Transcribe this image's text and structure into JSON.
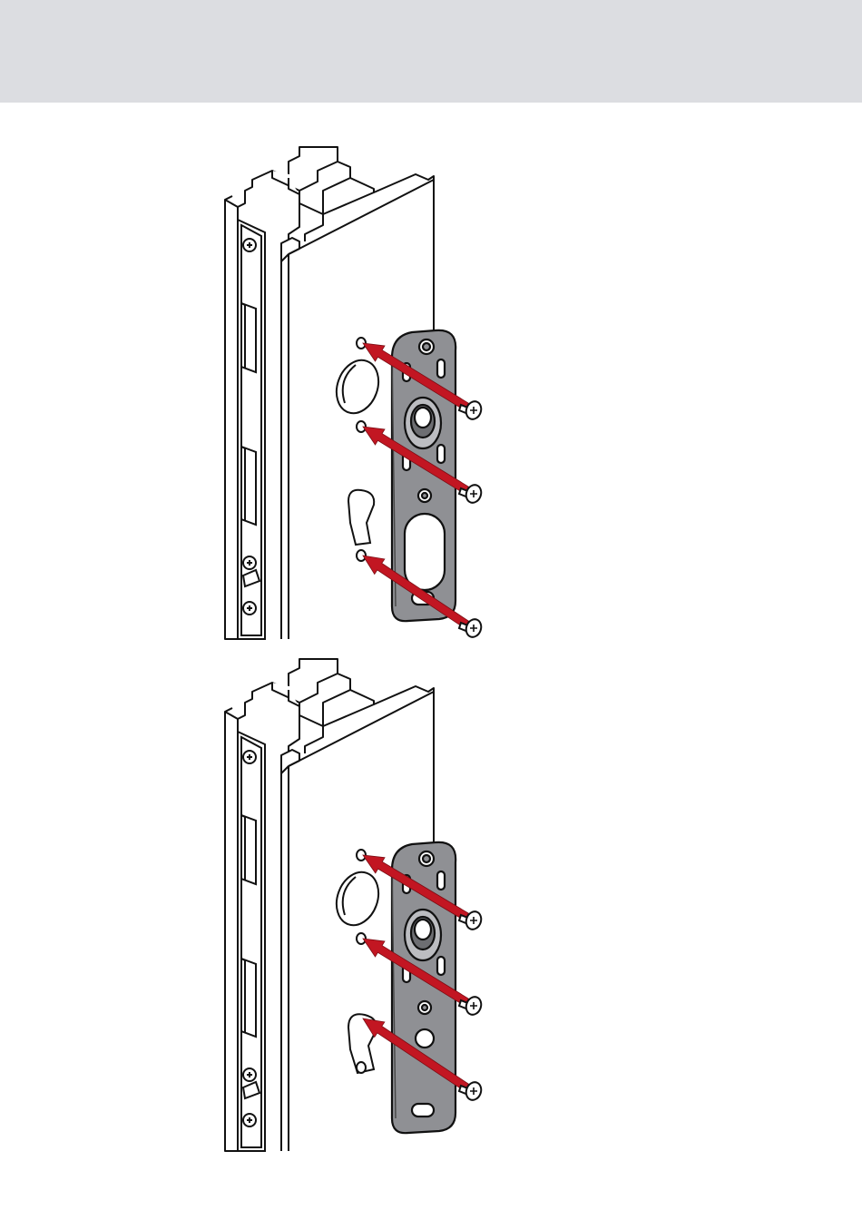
{
  "header": {
    "band_color": "#dcdde1"
  },
  "colors": {
    "line": "#111111",
    "profile_fill": "#ffffff",
    "plate_fill": "#8f9094",
    "plate_hole": "#ffffff",
    "arrow": "#c21622",
    "screw_fill": "#ffffff"
  },
  "figures": [
    {
      "id": "step-1",
      "description_icon": "mounting-plate-with-screws-icon",
      "lower_cutout": "oval",
      "screw_count": 3
    },
    {
      "id": "step-2",
      "description_icon": "mounting-plate-with-screws-icon",
      "lower_cutout": "round",
      "screw_count": 3
    }
  ]
}
